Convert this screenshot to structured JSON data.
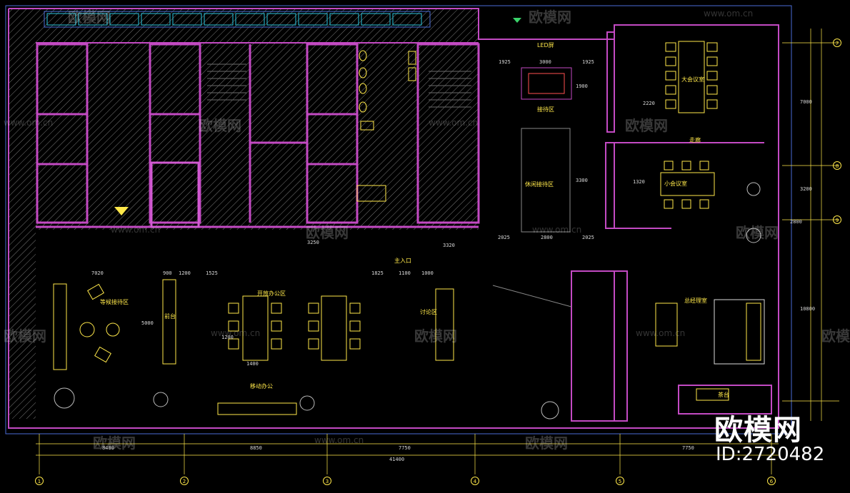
{
  "colors": {
    "wall": "#c34ac3",
    "outline": "#4a6bd6",
    "text": "#ffe84a",
    "dim": "#d8d8d8",
    "furniture": "#ffe84a",
    "hatch": "#8a8a8a"
  },
  "rooms": {
    "led_screen": "LED屏",
    "reception": "接待区",
    "lounge": "休闲接待区",
    "meeting_large": "大会议室",
    "meeting_small": "小会议室",
    "corridor": "走廊",
    "waiting": "等候接待区",
    "open_office": "开放办公区",
    "mobile_office": "移动办公",
    "discussion": "讨论区",
    "manager_office": "总经理室",
    "tea": "茶台",
    "front_desk": "前台",
    "entrance": "主入口"
  },
  "dimensions": {
    "top": [
      "1925",
      "3000",
      "1925"
    ],
    "lounge_v": [
      "1900",
      "3300"
    ],
    "lounge_w": [
      "2025",
      "2800",
      "2025"
    ],
    "bottom": [
      "8400",
      "8850",
      "7750"
    ],
    "total": "41400",
    "waiting_row": [
      "7020",
      "900",
      "1200",
      "1525",
      "1825",
      "1100",
      "1000"
    ],
    "right": [
      "7000",
      "3200",
      "2800",
      "10800"
    ],
    "misc": [
      "3250",
      "3320",
      "2220",
      "1320",
      "1400",
      "1200",
      "5000"
    ]
  },
  "grid_bubbles": [
    "1",
    "2",
    "3",
    "4",
    "5",
    "6",
    "7",
    "8",
    "9"
  ],
  "watermark": {
    "brand": "欧模网",
    "url": "www.om.cn"
  },
  "drawing_id": "ID:2720482"
}
